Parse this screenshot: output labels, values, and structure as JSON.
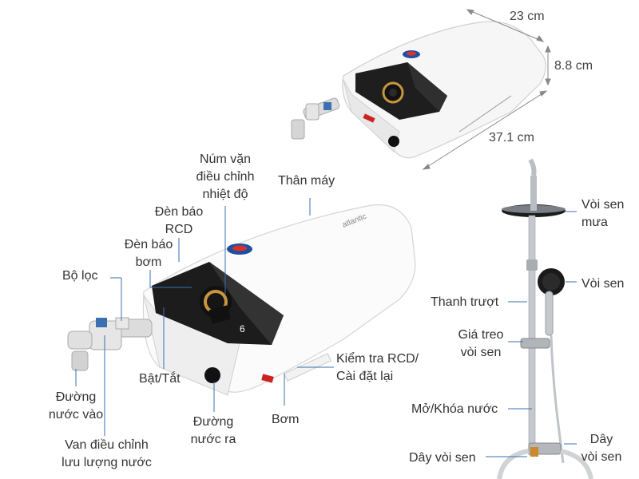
{
  "dimensions": {
    "width": "23 cm",
    "height": "8.8 cm",
    "depth": "37.1 cm"
  },
  "labels": {
    "temp_knob": [
      "Núm vặn",
      "điều chỉnh",
      "nhiệt độ"
    ],
    "body": "Thân máy",
    "rcd_light": [
      "Đèn báo",
      "RCD"
    ],
    "pump_light": [
      "Đèn báo",
      "bơm"
    ],
    "filter": "Bộ lọc",
    "on_off": "Bật/Tắt",
    "rcd_test": [
      "Kiểm tra RCD/",
      "Cài đặt lại"
    ],
    "water_in": [
      "Đường",
      "nước vào"
    ],
    "water_out": [
      "Đường",
      "nước ra"
    ],
    "pump": "Bơm",
    "flow_valve": [
      "Van điều chỉnh",
      "lưu lượng nước"
    ],
    "rain_shower": [
      "Vòi sen",
      "mưa"
    ],
    "hand_shower": "Vòi sen",
    "slide_bar": "Thanh trượt",
    "shower_holder": [
      "Giá treo",
      "vòi sen"
    ],
    "water_valve": "Mở/Khóa nước",
    "hose_left": "Dây vòi sen",
    "hose_right": [
      "Dây",
      "vòi sen"
    ]
  },
  "heater_brand": "atlantic",
  "panel_digit": "6",
  "colors": {
    "body": "#ffffff",
    "panel": "#1c1c1c",
    "knob_ring": "#c8963e",
    "lines": "#3a6fb0",
    "dims": "#777777"
  }
}
